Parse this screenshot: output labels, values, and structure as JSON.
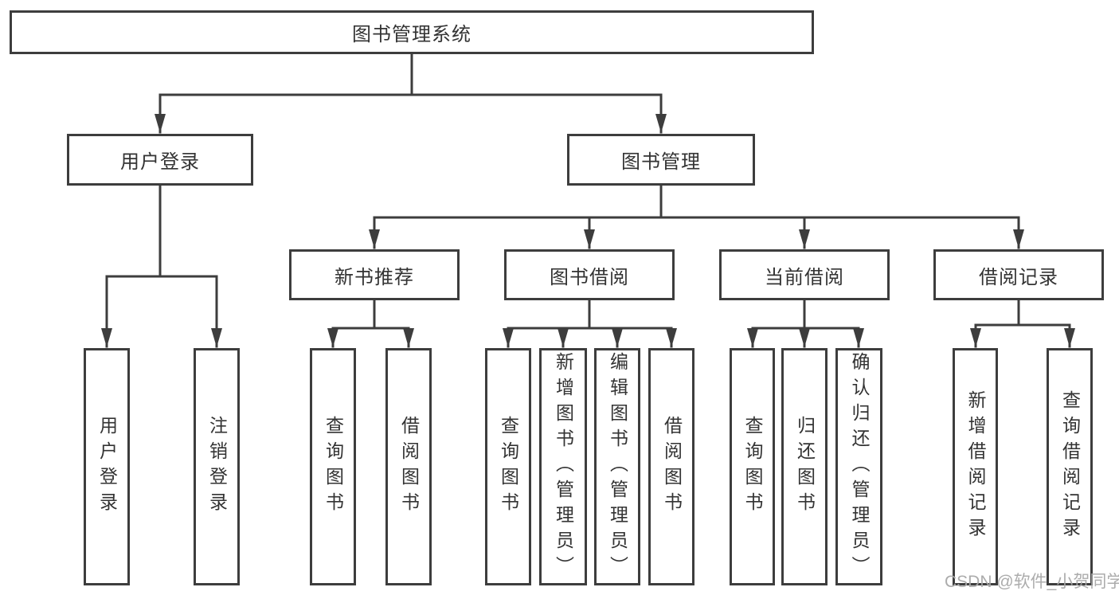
{
  "diagram": {
    "type": "feature-tree",
    "colors": {
      "line": "#3d3d3d",
      "border": "#3d3d3d",
      "text": "#333333",
      "background": "#ffffff",
      "watermark": "#a8a8a8"
    },
    "root": {
      "label": "图书管理系统",
      "children": [
        {
          "label": "用户登录",
          "children": [
            {
              "label": "用户登录"
            },
            {
              "label": "注销登录"
            }
          ]
        },
        {
          "label": "图书管理",
          "children": [
            {
              "label": "新书推荐",
              "children": [
                {
                  "label": "查询图书"
                },
                {
                  "label": "借阅图书"
                }
              ]
            },
            {
              "label": "图书借阅",
              "children": [
                {
                  "label": "查询图书"
                },
                {
                  "label": "新增图书（管理员）"
                },
                {
                  "label": "编辑图书（管理员）"
                },
                {
                  "label": "借阅图书"
                }
              ]
            },
            {
              "label": "当前借阅",
              "children": [
                {
                  "label": "查询图书"
                },
                {
                  "label": "归还图书"
                },
                {
                  "label": "确认归还（管理员）"
                }
              ]
            },
            {
              "label": "借阅记录",
              "children": [
                {
                  "label": "新增借阅记录"
                },
                {
                  "label": "查询借阅记录"
                }
              ]
            }
          ]
        }
      ]
    }
  },
  "watermark": {
    "text": "CSDN @软件_小贺同学"
  }
}
